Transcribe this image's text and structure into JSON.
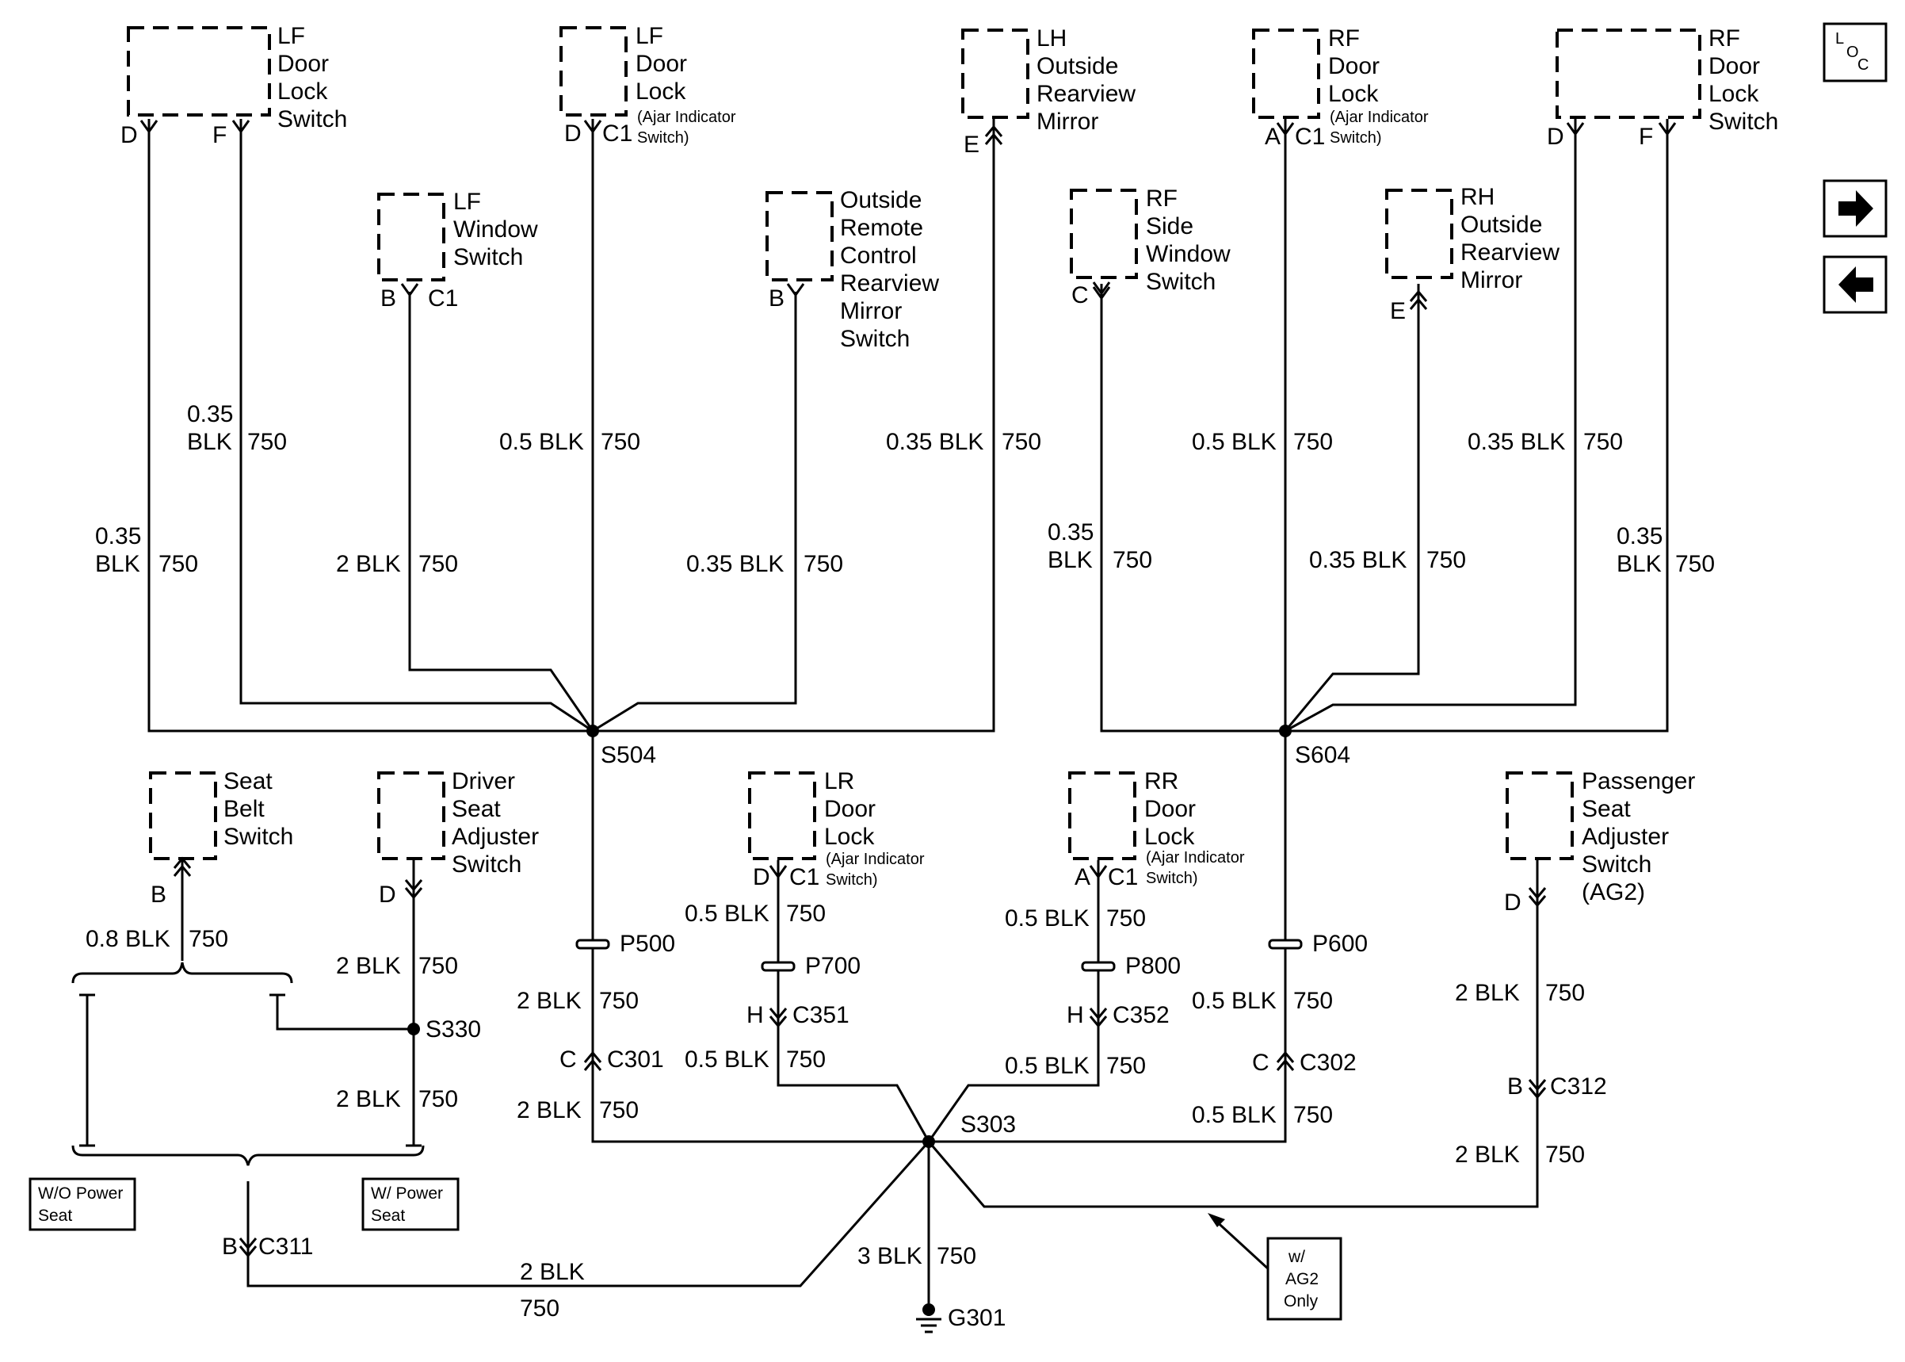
{
  "nav": {
    "loc_l": "L",
    "loc_o": "O",
    "loc_c": "C"
  },
  "components": {
    "lf_lock_switch": [
      "LF",
      "Door",
      "Lock",
      "Switch"
    ],
    "lf_door_lock": [
      "LF",
      "Door",
      "Lock"
    ],
    "lf_door_lock_note": [
      "(Ajar Indicator",
      "Switch)"
    ],
    "lh_mirror": [
      "LH",
      "Outside",
      "Rearview",
      "Mirror"
    ],
    "rf_door_lock": [
      "RF",
      "Door",
      "Lock"
    ],
    "rf_door_lock_note": [
      "(Ajar Indicator",
      "Switch)"
    ],
    "rf_lock_switch": [
      "RF",
      "Door",
      "Lock",
      "Switch"
    ],
    "lf_window": [
      "LF",
      "Window",
      "Switch"
    ],
    "remote_mirror": [
      "Outside",
      "Remote",
      "Control",
      "Rearview",
      "Mirror",
      "Switch"
    ],
    "rf_window": [
      "RF",
      "Side",
      "Window",
      "Switch"
    ],
    "rh_mirror": [
      "RH",
      "Outside",
      "Rearview",
      "Mirror"
    ],
    "seat_belt": [
      "Seat",
      "Belt",
      "Switch"
    ],
    "driver_seat": [
      "Driver",
      "Seat",
      "Adjuster",
      "Switch"
    ],
    "lr_door_lock": [
      "LR",
      "Door",
      "Lock"
    ],
    "lr_door_lock_note": [
      "(Ajar Indicator",
      "Switch)"
    ],
    "rr_door_lock": [
      "RR",
      "Door",
      "Lock"
    ],
    "rr_door_lock_note": [
      "(Ajar Indicator",
      "Switch)"
    ],
    "passenger_seat": [
      "Passenger",
      "Seat",
      "Adjuster",
      "Switch",
      "(AG2)"
    ]
  },
  "pins": {
    "D": "D",
    "F": "F",
    "C1": "C1",
    "E": "E",
    "A": "A",
    "B": "B",
    "C": "C",
    "H": "H"
  },
  "wires": {
    "w035": "0.35",
    "blk": "BLK",
    "c750": "750",
    "w035blk": "0.35 BLK",
    "w05blk": "0.5 BLK",
    "w2blk": "2 BLK",
    "w08blk": "0.8 BLK",
    "w3blk": "3 BLK"
  },
  "splices": {
    "s504": "S504",
    "s604": "S604",
    "s330": "S330",
    "s303": "S303"
  },
  "connectors": {
    "p500": "P500",
    "p700": "P700",
    "p800": "P800",
    "p600": "P600",
    "c301": "C301",
    "c351": "C351",
    "c352": "C352",
    "c302": "C302",
    "c312": "C312",
    "c311": "C311"
  },
  "ground": "G301",
  "options": {
    "wo_power_seat": [
      "W/O Power",
      "Seat"
    ],
    "w_power_seat": [
      "W/ Power",
      "Seat"
    ],
    "ag2_only": [
      "w/",
      "AG2",
      "Only"
    ]
  }
}
